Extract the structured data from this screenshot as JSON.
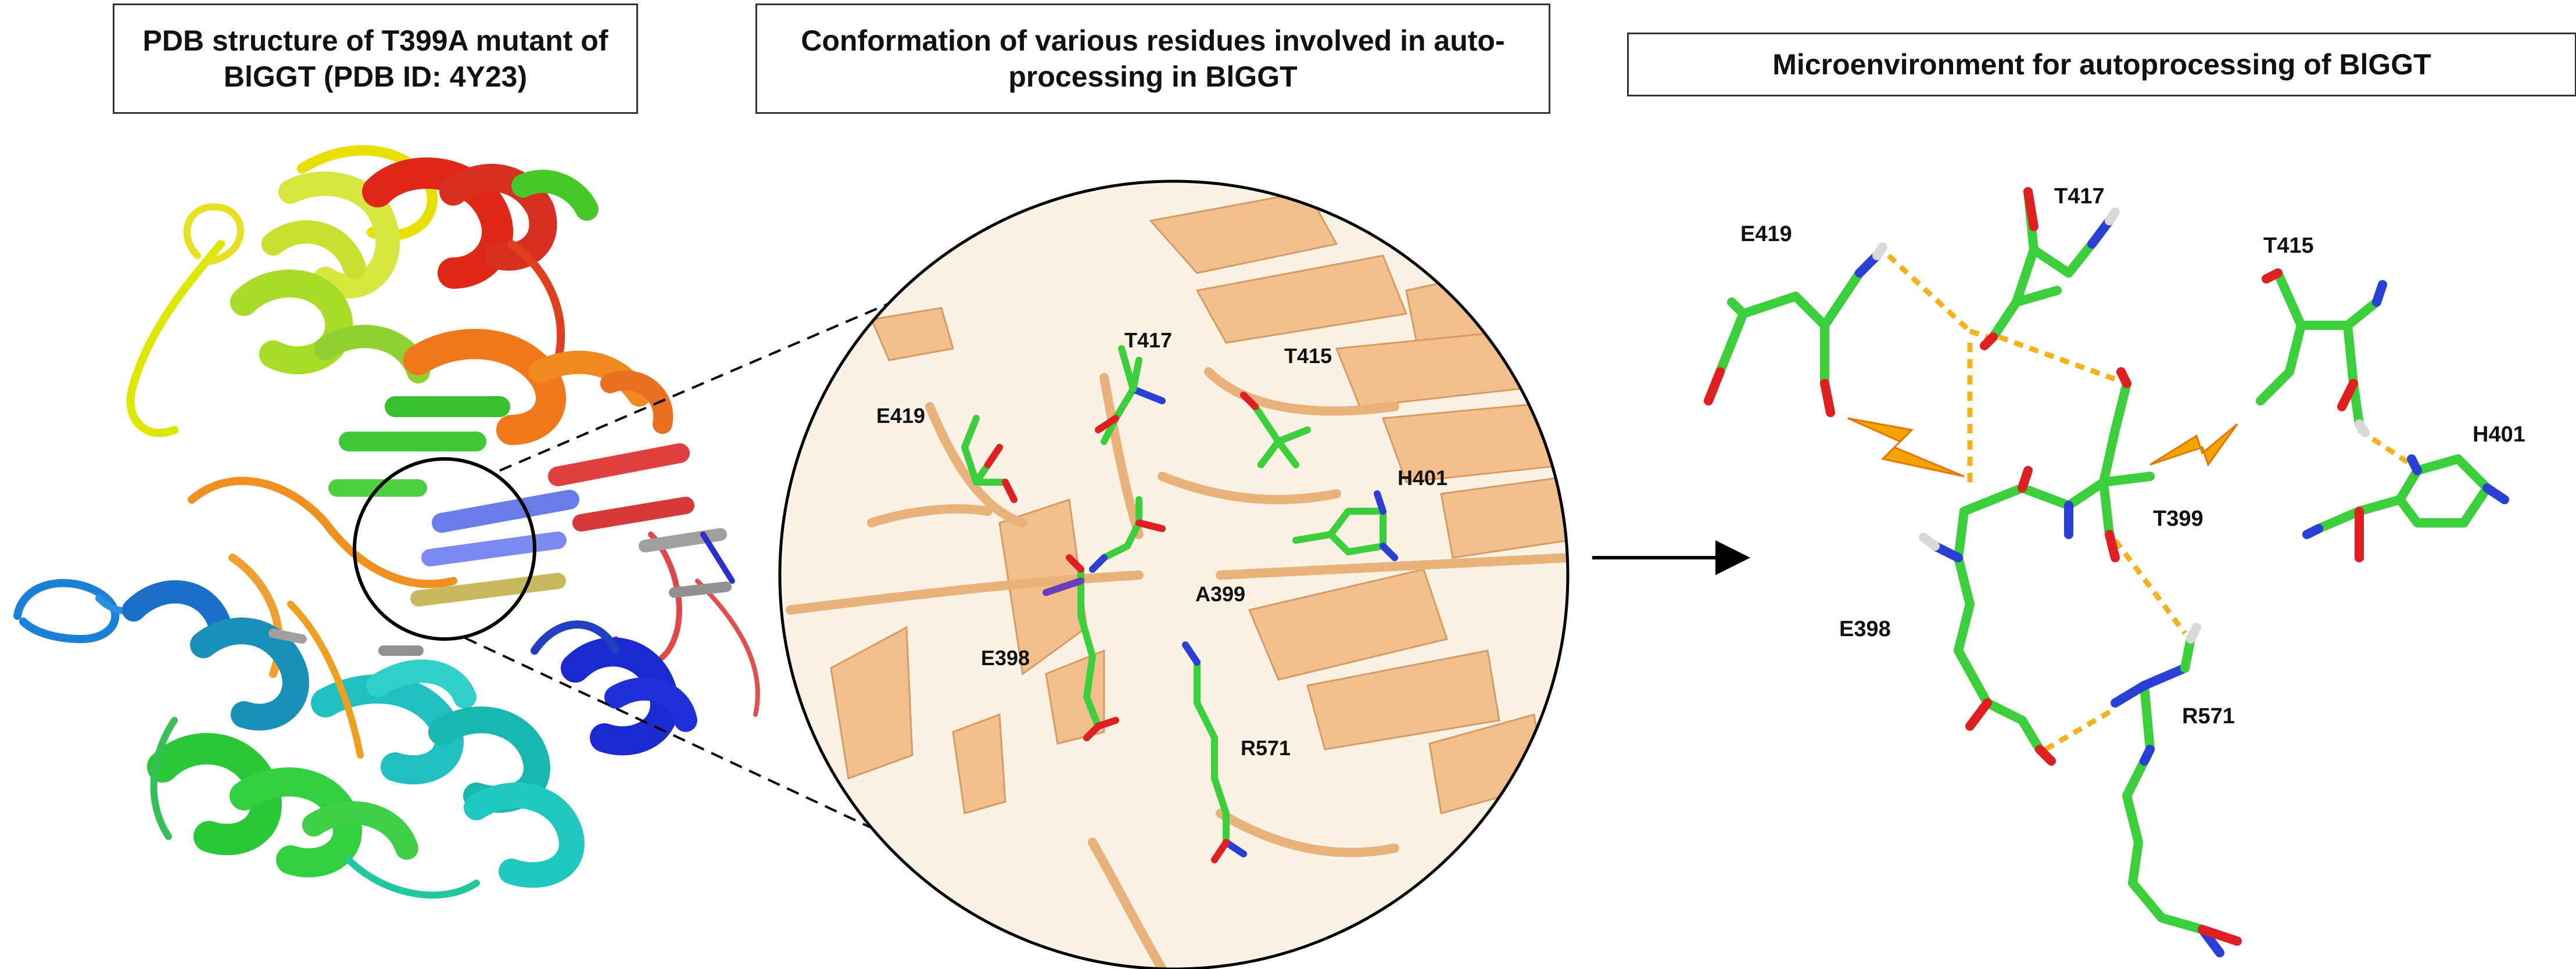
{
  "titles": {
    "left": "PDB structure of T399A mutant of BlGGT (PDB ID: 4Y23)",
    "middle": "Conformation of various residues involved in auto-processing in BlGGT",
    "right": "Microenvironment for autoprocessing of BlGGT"
  },
  "zoom_labels": {
    "E419": "E419",
    "T417": "T417",
    "T415": "T415",
    "H401": "H401",
    "A399": "A399",
    "E398": "E398",
    "R571": "R571"
  },
  "micro_labels": {
    "E419": "E419",
    "T417": "T417",
    "T415": "T415",
    "H401": "H401",
    "T399": "T399",
    "E398": "E398",
    "R571": "R571"
  },
  "colors": {
    "carbon": "#3ccf3c",
    "oxygen": "#e02020",
    "nitrogen": "#2a3fd6",
    "hydrogen": "#d8d8d8",
    "hbond": "#f5b21a",
    "backbone": "#f2c08c",
    "lightning": "#f5a300"
  }
}
